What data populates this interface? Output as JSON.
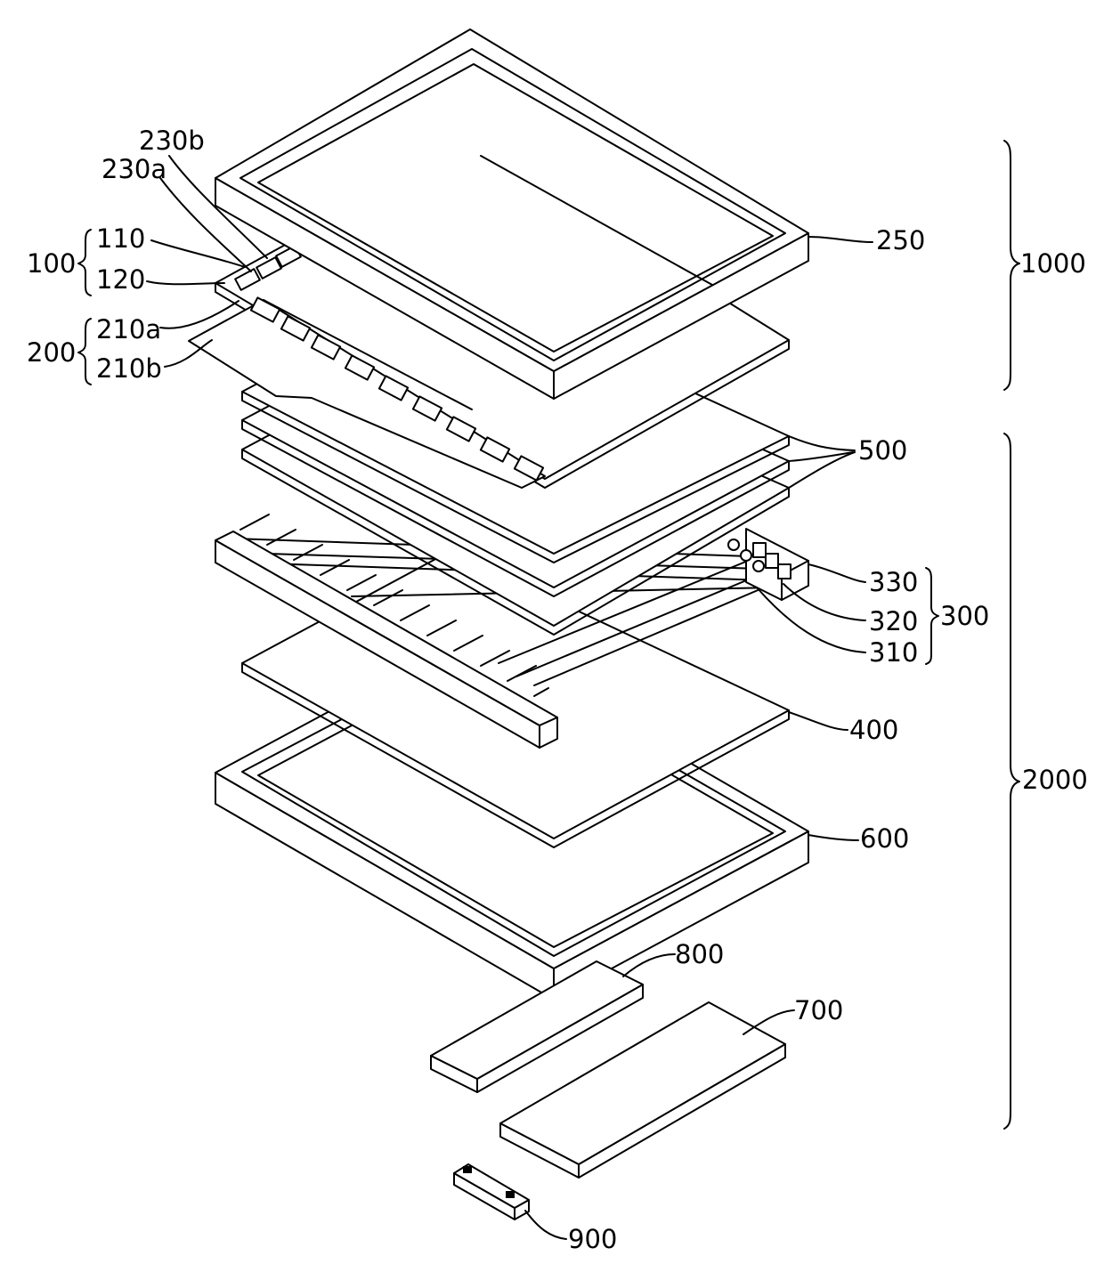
{
  "labels": {
    "l230b": "230b",
    "l230a": "230a",
    "l110": "110",
    "l100": "100",
    "l120": "120",
    "l210a": "210a",
    "l200": "200",
    "l210b": "210b",
    "l250": "250",
    "l1000": "1000",
    "l500": "500",
    "l330": "330",
    "l320": "320",
    "l300": "300",
    "l310": "310",
    "l400": "400",
    "l2000": "2000",
    "l600": "600",
    "l800": "800",
    "l700": "700",
    "l900": "900"
  }
}
